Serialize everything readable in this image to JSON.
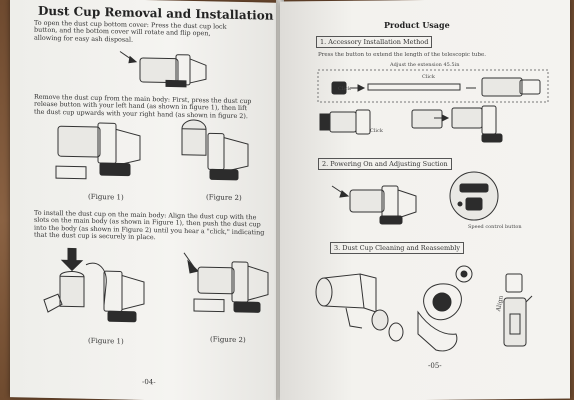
{
  "left_page": {
    "title": "Dust Cup Removal and Installation",
    "para1": "To open the dust cup bottom cover: Press the dust cup lock button, and the bottom cover will rotate and flip open, allowing for easy ash disposal.",
    "para2": "Remove the dust cup from the main body: First, press the dust cup release button  with your left hand (as shown in figure 1), then lift the dust cup upwards with your right hand (as shown in figure 2).",
    "fig1": "(Figure  1)",
    "fig2": "(Figure 2)",
    "para3": "To install the dust cup on the main body: Align the dust cup with the slots on the main body (as shown in Figure  1), then push the dust cup into the body (as shown in Figure 2) until you hear a \"click,\" indicating that the dust cup is securely in place.",
    "fig3": "(Figure  1)",
    "fig4": "(Figure 2)",
    "page_number": "-04-"
  },
  "right_page": {
    "title": "Product Usage",
    "section1": "1. Accessory Installation Method",
    "section1_text": "Press the button to extend the length of the telescopic tube.",
    "tube_note": "Adjust the extension 45.5in",
    "click1": "Click",
    "click2": "Click",
    "click3": "Click",
    "section2": "2. Powering On and Adjusting Suction",
    "speed_label": "Speed control button",
    "section3": "3. Dust Cup Cleaning and Reassembly",
    "align_label": "Align",
    "page_number": "-05-"
  }
}
